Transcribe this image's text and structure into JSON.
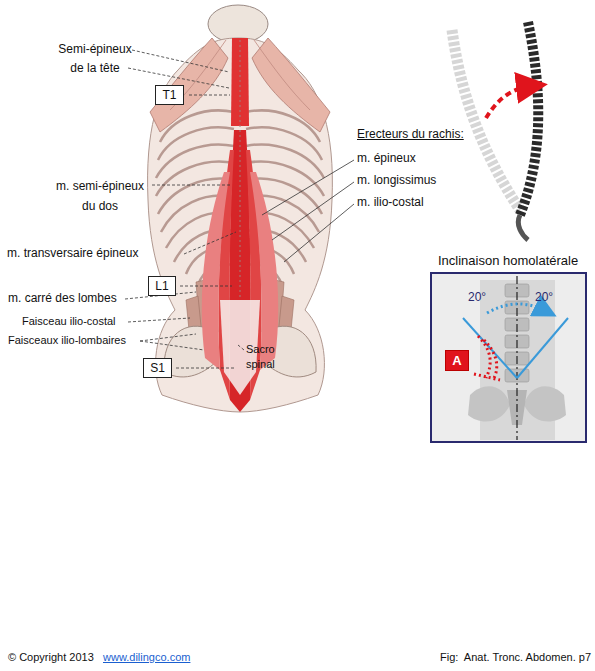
{
  "diagram": {
    "nodes": [
      {
        "text": [
          "T1"
        ]
      },
      {
        "text": [
          "L1"
        ]
      },
      {
        "text": [
          "S1"
        ]
      },
      {
        "text": [
          "Inclinaison homolatérale",
          "20°",
          "20°"
        ]
      },
      {
        "text": [
          "A"
        ],
        "in": 3
      }
    ],
    "labels": [
      "Semi-épineux de la tête",
      "m. semi-épineux du dos",
      "m. transversaire épineux",
      "m. carré des lombes",
      "Faisceau ilio-costal",
      "Faisceaux ilio-lombaires",
      "Sacro spinal",
      "Erecteurs du rachis:",
      "m. épineux",
      "m. longissimus",
      "m. ilio-costal",
      "© Copyright 2013",
      "www.dilingco.com",
      "Fig:  Anat. Tronc. Abdomen. p7"
    ]
  }
}
